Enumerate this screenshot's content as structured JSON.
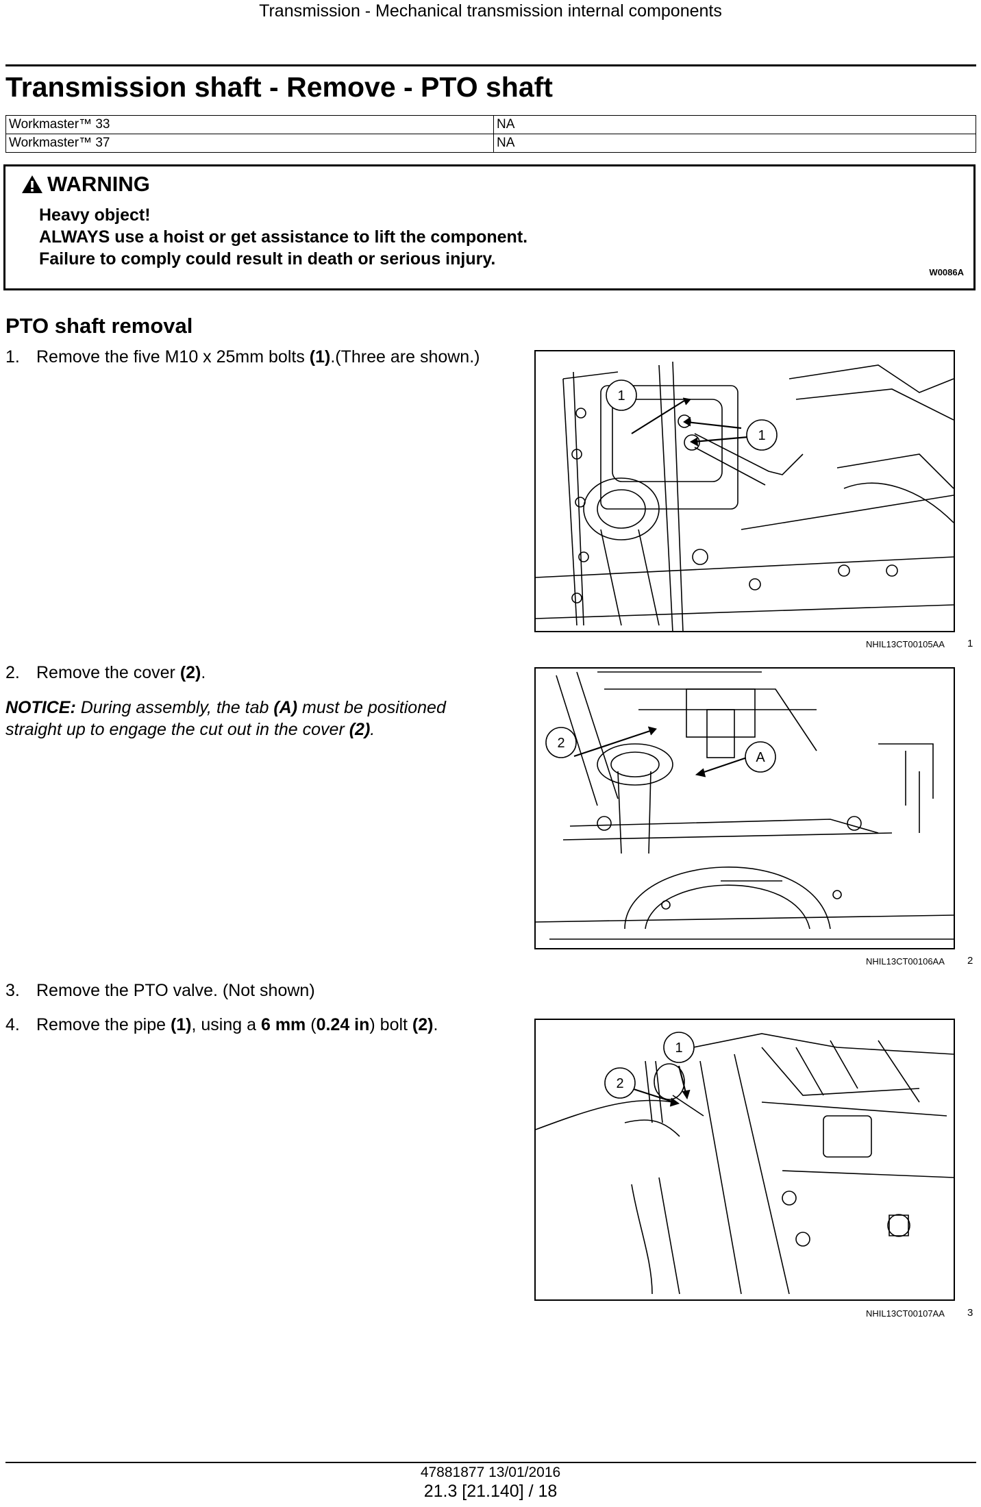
{
  "running_header": "Transmission - Mechanical transmission internal components",
  "page_title": "Transmission shaft - Remove - PTO shaft",
  "models": [
    {
      "name": "Workmaster™ 33",
      "value": "NA"
    },
    {
      "name": "Workmaster™ 37",
      "value": "NA"
    }
  ],
  "warning": {
    "title": "WARNING",
    "lines": [
      "Heavy object!",
      "ALWAYS use a hoist or get assistance to lift the component.",
      "Failure to comply could result in death or serious injury."
    ],
    "code": "W0086A"
  },
  "section_title": "PTO shaft removal",
  "steps": [
    {
      "num": "1.",
      "pre": "Remove the five M10 x 25mm bolts ",
      "ref": "(1)",
      "post": ".(Three are shown.)"
    },
    {
      "num": "2.",
      "pre": "Remove the cover ",
      "ref": "(2)",
      "post": "."
    },
    {
      "num": "3.",
      "text": "Remove the PTO valve. (Not shown)"
    },
    {
      "num": "4.",
      "a": "Remove the pipe ",
      "b": "(1)",
      "c": ", using a ",
      "d": "6 mm",
      "e": " (",
      "f": "0.24 in",
      "g": ") bolt ",
      "h": "(2)",
      "i": "."
    }
  ],
  "notice": {
    "label": "NOTICE:",
    "a": " During assembly, the tab ",
    "b": "(A)",
    "c": " must be positioned straight up to engage the cut out in the cover ",
    "d": "(2)",
    "e": "."
  },
  "figures": [
    {
      "code": "NHIL13CT00105AA",
      "num": "1",
      "callouts": [
        "1",
        "1"
      ]
    },
    {
      "code": "NHIL13CT00106AA",
      "num": "2",
      "callouts": [
        "2",
        "A"
      ]
    },
    {
      "code": "NHIL13CT00107AA",
      "num": "3",
      "callouts": [
        "1",
        "2"
      ]
    }
  ],
  "footer": {
    "doc_ref": "47881877 13/01/2016",
    "page_ref": "21.3 [21.140] / 18"
  }
}
